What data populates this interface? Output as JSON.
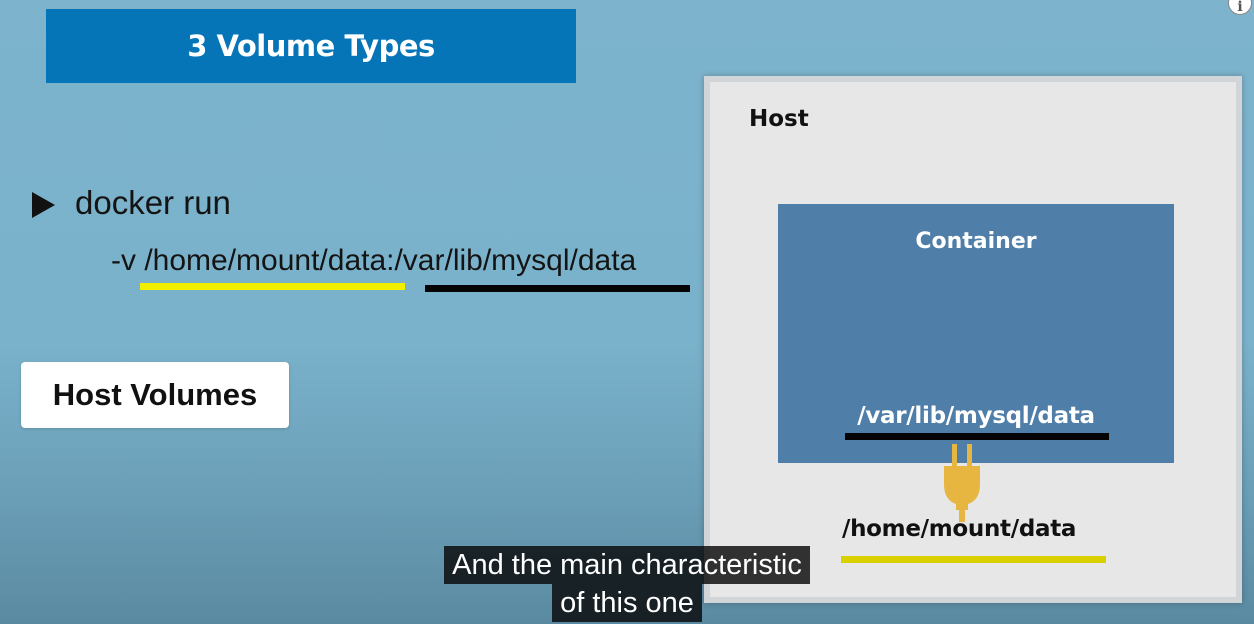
{
  "slide": {
    "title": "3 Volume Types",
    "command": "docker run",
    "flag_line": "-v /home/mount/data:/var/lib/mysql/data",
    "badge": "Host Volumes"
  },
  "diagram": {
    "host_label": "Host",
    "container_label": "Container",
    "container_path": "/var/lib/mysql/data",
    "host_path": "/home/mount/data"
  },
  "captions": {
    "line1": "And the main characteristic",
    "line2": "of this one"
  },
  "player": {
    "info_glyph": "i"
  },
  "colors": {
    "title_bg": "#0575b8",
    "container_bg": "#4f7ea8",
    "host_underline": "#f2ee00",
    "container_underline": "#050505",
    "plug": "#e6b640"
  },
  "icons": {
    "bullet": "play-triangle-icon",
    "plug": "plug-icon",
    "info": "info-icon"
  }
}
